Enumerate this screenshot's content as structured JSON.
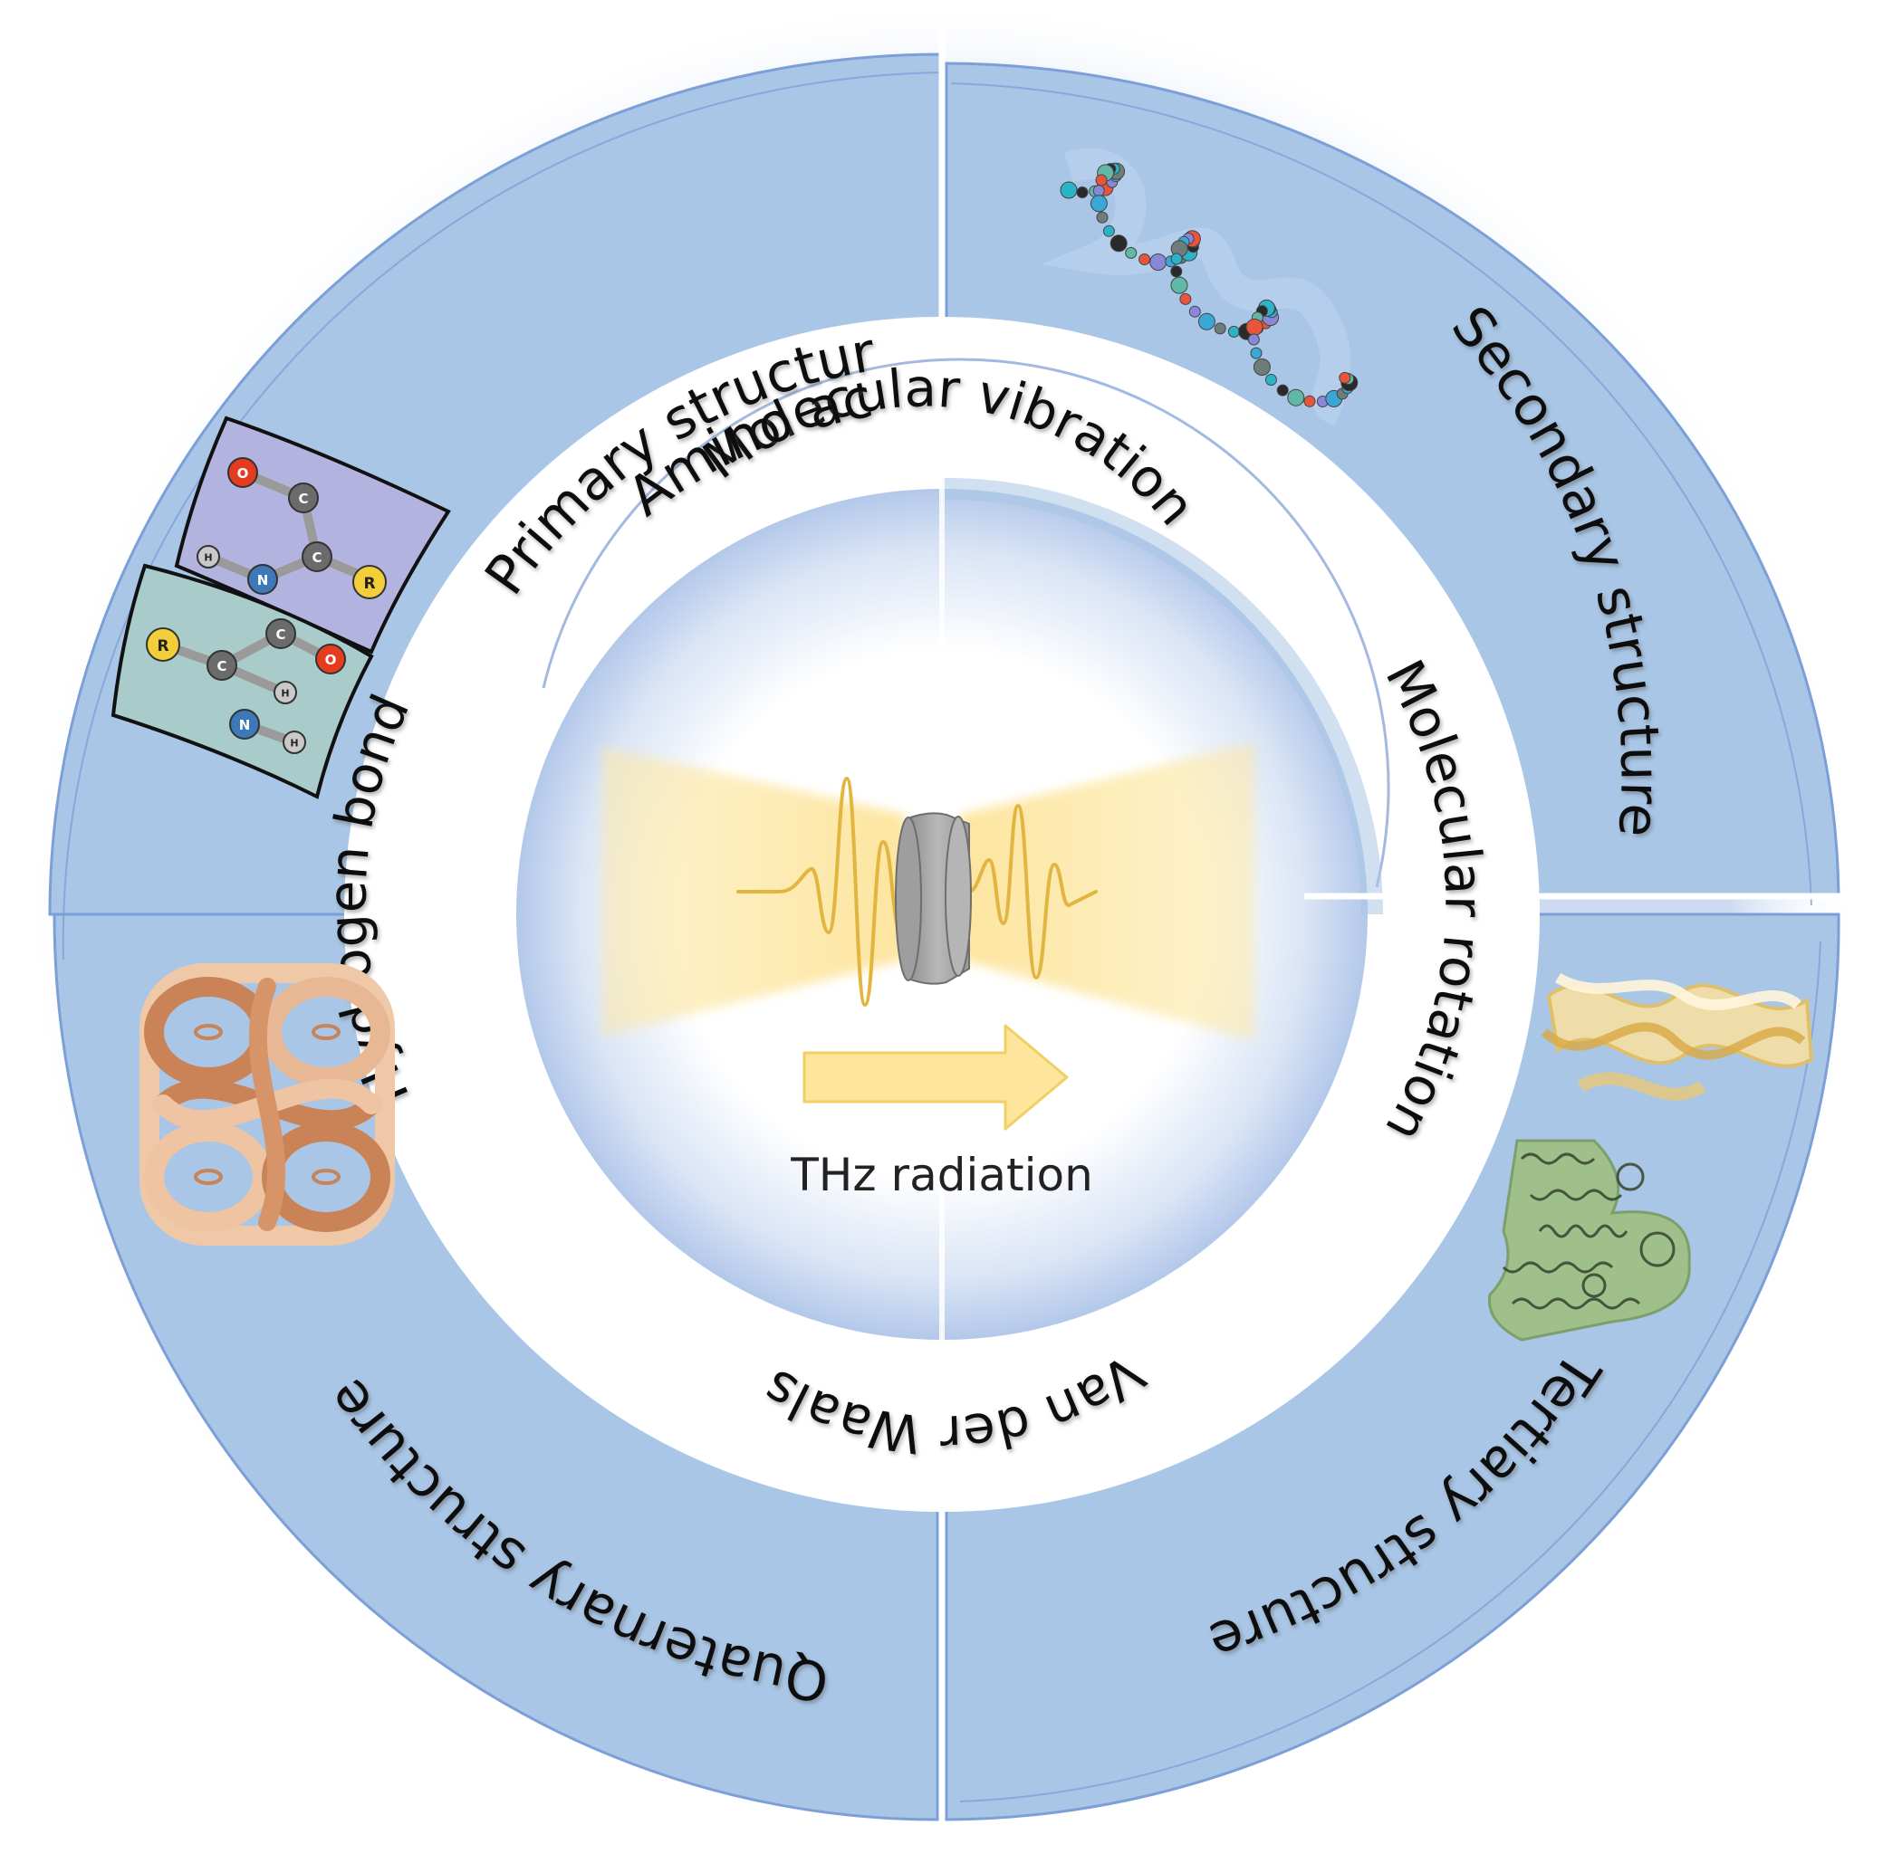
{
  "outer_ring": {
    "quadrants": {
      "primary": {
        "title_line1": "Amino acid",
        "title_line2": "Primary structure",
        "atom_labels": [
          "O",
          "C",
          "C",
          "N",
          "H",
          "R",
          "R",
          "C",
          "C",
          "O",
          "H",
          "N",
          "H"
        ]
      },
      "secondary": {
        "title": "Secondary structure"
      },
      "tertiary": {
        "title": "Tertiary structure"
      },
      "quaternary": {
        "title": "Quaternary structure"
      }
    }
  },
  "middle_ring": {
    "top": "Molecular vibration",
    "right": "Molecular rotation",
    "bottom": "Van der Waals",
    "left": "Hydrogen bond"
  },
  "center": {
    "label": "THz radiation"
  },
  "colors": {
    "ring_blue": "#a9c6e6",
    "ring_edge": "#6f93d4",
    "beam_yellow": "#fde9a8",
    "wave_gold": "#e2b540",
    "sample_gray": "#a6a6a6",
    "knot_copper": "#d3976a",
    "fold_green": "#9fc08a"
  }
}
